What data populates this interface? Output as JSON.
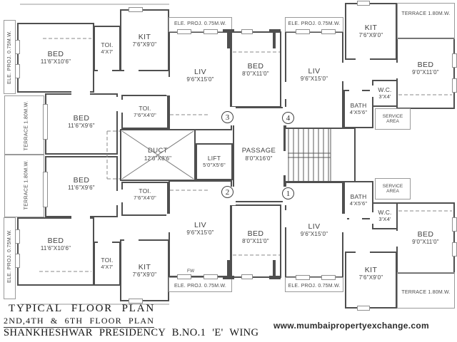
{
  "title_block": {
    "line1": "TYPICAL FLOOR PLAN",
    "line2": "2ND,4TH & 6TH FLOOR PLAN",
    "line3": "SHANKHESHWAR PRESIDENCY B.NO.1 'E' WING"
  },
  "watermark": "www.mumbaipropertyexchange.com",
  "plan": {
    "rooms": {
      "bed_tl": {
        "name": "BED",
        "dims": "11'6\"X10'6\""
      },
      "toi_tl": {
        "name": "TOI.",
        "dims": "4'X7'"
      },
      "kit_tl": {
        "name": "KIT",
        "dims": "7'6\"X9'0\""
      },
      "liv_tl": {
        "name": "LIV",
        "dims": "9'6\"X15'0\""
      },
      "bed_tc": {
        "name": "BED",
        "dims": "8'0\"X11'0\""
      },
      "liv_tr": {
        "name": "LIV",
        "dims": "9'6\"X15'0\""
      },
      "kit_tr": {
        "name": "KIT",
        "dims": "7'6\"X9'0\""
      },
      "bed_tr": {
        "name": "BED",
        "dims": "9'0\"X11'0\""
      },
      "wc_t": {
        "name": "W.C.",
        "dims": "3'X4'"
      },
      "bath_t": {
        "name": "BATH",
        "dims": "4'X5'6\""
      },
      "bed_mlu": {
        "name": "BED",
        "dims": "11'6\"X9'6\""
      },
      "toi_mu": {
        "name": "TOI.",
        "dims": "7'6\"X4'0\""
      },
      "duct": {
        "name": "DUCT",
        "dims": "12'6\"X8'6\""
      },
      "lift": {
        "name": "LIFT",
        "dims": "5'0\"X5'6\""
      },
      "passage": {
        "name": "PASSAGE",
        "dims": "8'0\"X16'0\""
      },
      "bed_mll": {
        "name": "BED",
        "dims": "11'6\"X9'6\""
      },
      "toi_ml": {
        "name": "TOI.",
        "dims": "7'6\"X4'0\""
      },
      "liv_bl": {
        "name": "LIV",
        "dims": "9'6\"X15'0\""
      },
      "bed_bc": {
        "name": "BED",
        "dims": "8'0\"X11'0\""
      },
      "liv_br": {
        "name": "LIV",
        "dims": "9'6\"X15'0\""
      },
      "bath_b": {
        "name": "BATH",
        "dims": "4'X5'6\""
      },
      "wc_b": {
        "name": "W.C.",
        "dims": "3'X4'"
      },
      "bed_br": {
        "name": "BED",
        "dims": "9'0\"X11'0\""
      },
      "kit_br": {
        "name": "KIT",
        "dims": "7'6\"X9'0\""
      },
      "bed_bl": {
        "name": "BED",
        "dims": "11'6\"X10'6\""
      },
      "toi_bl": {
        "name": "TOI.",
        "dims": "4'X7'"
      },
      "kit_bl": {
        "name": "KIT",
        "dims": "7'6\"X9'0\""
      }
    },
    "labels": {
      "ele_proj": "ELE. PROJ. 0.75M.W.",
      "terrace": "TERRACE 1.80M.W.",
      "service_area": "SERVICE AREA",
      "fw": "FW"
    },
    "flat_markers": {
      "f3": "3",
      "f4": "4",
      "f2": "2",
      "f1": "1"
    },
    "colors": {
      "wall": "#4f4f4f",
      "thin_line": "#9a9a9a",
      "text": "#414141"
    }
  }
}
